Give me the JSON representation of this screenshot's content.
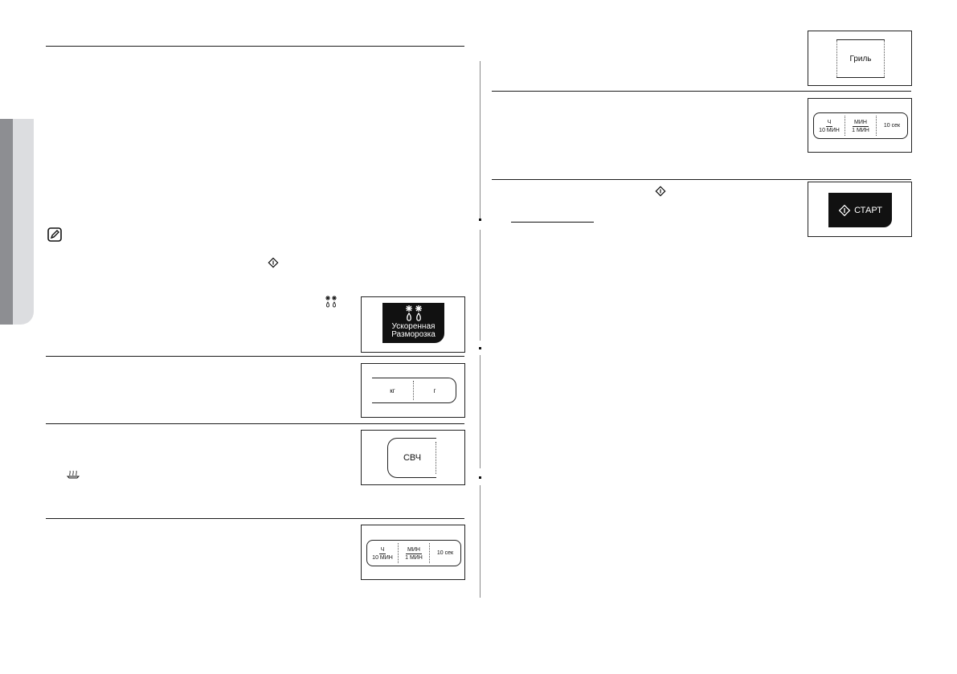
{
  "buttons": {
    "defrost_label_1": "Ускоренная",
    "defrost_label_2": "Разморозка",
    "kg_label": "кг",
    "g_label": "г",
    "microwave_label": "СВЧ",
    "grill_label": "Гриль",
    "start_label": "СТАРТ"
  },
  "time_panel": {
    "hour_top": "Ч",
    "hour_bottom": "10 МИН",
    "min_top": "МИН",
    "min_bottom": "1 МИН",
    "sec": "10 сек"
  },
  "colors": {
    "button_fill": "#111111",
    "side_tab_dark": "#8d8e92",
    "side_tab_light": "#dcdde0"
  }
}
